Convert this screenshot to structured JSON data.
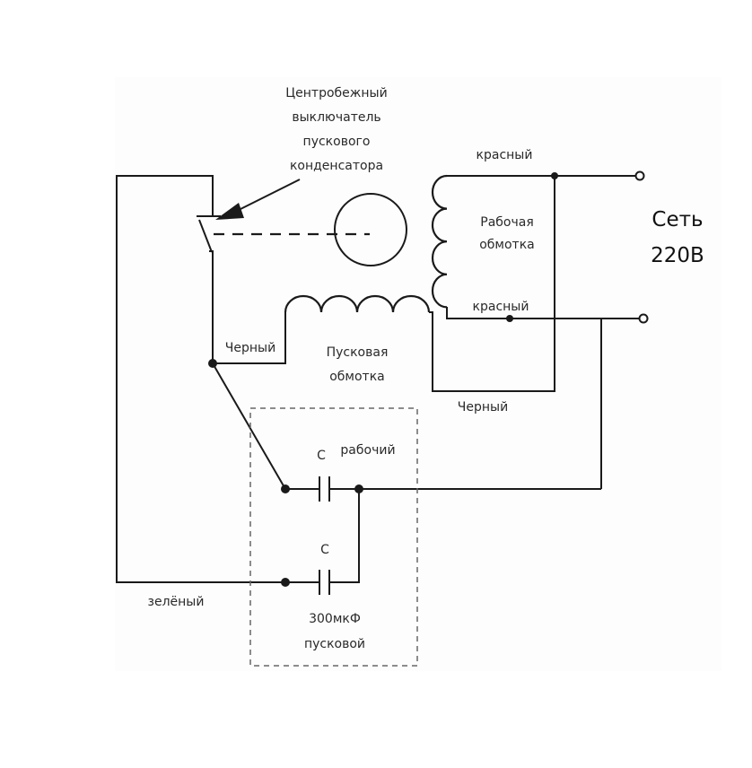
{
  "switch_caption": {
    "line1": "Центробежный",
    "line2": "выключатель",
    "line3": "пускового",
    "line4": "конденсатора"
  },
  "wire_colors": {
    "red_top": "красный",
    "red_bottom": "красный",
    "black_left": "Черный",
    "black_bottom": "Черный",
    "green": "зелёный"
  },
  "run_winding": {
    "line1": "Рабочая",
    "line2": "обмотка"
  },
  "start_winding": {
    "line1": "Пусковая",
    "line2": "обмотка"
  },
  "mains": {
    "line1": "Сеть",
    "line2": "220В"
  },
  "run_capacitor": {
    "symbol": "C",
    "label": "рабочий"
  },
  "start_capacitor": {
    "symbol": "C",
    "value": "300мкФ",
    "label": "пусковой"
  }
}
